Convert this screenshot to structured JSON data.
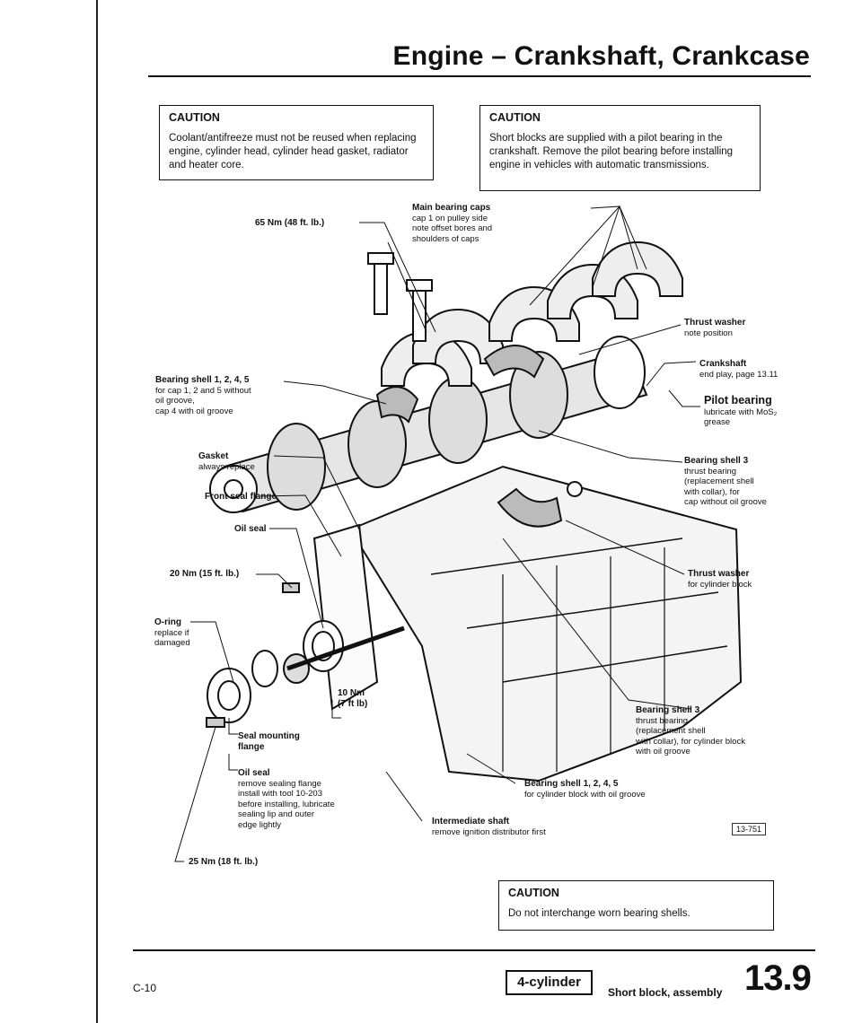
{
  "header": {
    "title": "Engine – Crankshaft, Crankcase"
  },
  "cautions": [
    {
      "heading": "CAUTION",
      "body": "Coolant/antifreeze must not be reused when replacing engine, cylinder head, cylinder head gasket, radiator and heater core."
    },
    {
      "heading": "CAUTION",
      "body": "Short blocks are supplied with a pilot bearing in the crankshaft. Remove the pilot bearing before installing engine in vehicles with automatic transmissions."
    },
    {
      "heading": "CAUTION",
      "body": "Do not interchange worn bearing shells."
    }
  ],
  "labels": {
    "torque_65": "65 Nm (48 ft. lb.)",
    "main_caps_title": "Main bearing caps",
    "main_caps_l1": "cap 1 on pulley side",
    "main_caps_l2": "note offset bores and",
    "main_caps_l3": "shoulders of caps",
    "thrust_washer_title": "Thrust washer",
    "thrust_washer_l1": "note position",
    "crankshaft_title": "Crankshaft",
    "crankshaft_l1": "end play, page 13.11",
    "pilot_title": "Pilot bearing",
    "pilot_l1": "lubricate with MoS₂",
    "pilot_l2": "grease",
    "bearing_shell_1245_title": "Bearing shell 1, 2, 4, 5",
    "bearing_shell_1245_l1": "for cap 1, 2 and 5 without",
    "bearing_shell_1245_l2": "oil groove,",
    "bearing_shell_1245_l3": "cap 4 with oil groove",
    "gasket_title": "Gasket",
    "gasket_l1": "always replace",
    "front_seal_title": "Front seal flange",
    "oil_seal_title": "Oil seal",
    "torque_20": "20 Nm (15 ft. lb.)",
    "bearing_shell3_cap_title": "Bearing shell 3",
    "bearing_shell3_cap_l1": "thrust bearing",
    "bearing_shell3_cap_l2": "(replacement shell",
    "bearing_shell3_cap_l3": "with collar), for",
    "bearing_shell3_cap_l4": "cap without oil groove",
    "thrust_washer_block_title": "Thrust washer",
    "thrust_washer_block_l1": "for cylinder block",
    "oring_title": "O-ring",
    "oring_l1": "replace if",
    "oring_l2": "damaged",
    "torque_10_l1": "10 Nm",
    "torque_10_l2": "(7 ft lb)",
    "seal_mount_l1": "Seal mounting",
    "seal_mount_l2": "flange",
    "oil_seal2_title": "Oil seal",
    "oil_seal2_l1": "remove sealing flange",
    "oil_seal2_l2": "install with tool 10-203",
    "oil_seal2_l3": "before installing, lubricate",
    "oil_seal2_l4": "sealing lip and outer",
    "oil_seal2_l5": "edge lightly",
    "bearing_shell3_block_title": "Bearing shell 3",
    "bearing_shell3_block_l1": "thrust bearing",
    "bearing_shell3_block_l2": "(replacement shell",
    "bearing_shell3_block_l3": "with collar), for cylinder block",
    "bearing_shell3_block_l4": "with oil groove",
    "bearing_shell_block_title": "Bearing shell 1, 2, 4, 5",
    "bearing_shell_block_l1": "for cylinder block with oil groove",
    "inter_shaft_title": "Intermediate shaft",
    "inter_shaft_l1": "remove ignition distributor first",
    "torque_25": "25 Nm (18 ft. lb.)",
    "figure_ref": "13-751"
  },
  "footer": {
    "code": "C-10",
    "engine": "4-cylinder",
    "section": "Short block, assembly",
    "page": "13.9"
  }
}
